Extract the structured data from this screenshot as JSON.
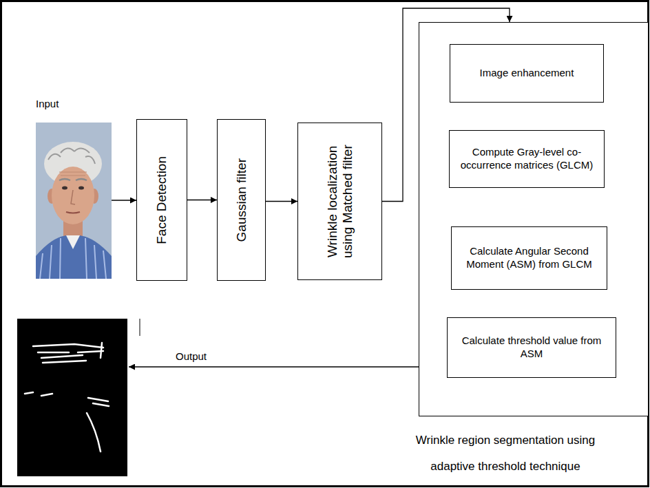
{
  "diagram": {
    "nodes": [
      {
        "text": [
          "Face Detection"
        ]
      },
      {
        "text": [
          "Gaussian filter"
        ]
      },
      {
        "text": [
          "Wrinkle localization using Matched filter"
        ]
      },
      {
        "text": [
          "Wrinkle region segmentation using adaptive threshold technique"
        ]
      },
      {
        "text": [
          "Image enhancement"
        ],
        "in": 3
      },
      {
        "text": [
          "Compute Gray-level co-occurrence matrices (GLCM)"
        ],
        "in": 3
      },
      {
        "text": [
          "Calculate Angular Second Moment (ASM) from GLCM"
        ],
        "in": 3
      },
      {
        "text": [
          "Calculate threshold value from ASM"
        ],
        "in": 3
      }
    ],
    "edges": [
      {
        "from": 0,
        "to": 1,
        "arrow": "to"
      },
      {
        "from": 1,
        "to": 2,
        "arrow": "to"
      },
      {
        "from": 2,
        "to": 3,
        "arrow": "to"
      },
      {
        "from": 4,
        "to": 5,
        "arrow": "to"
      },
      {
        "from": 5,
        "to": 6,
        "arrow": "to"
      },
      {
        "from": 6,
        "to": 7,
        "arrow": "to"
      }
    ],
    "labels": [
      "Input",
      "Output"
    ]
  }
}
